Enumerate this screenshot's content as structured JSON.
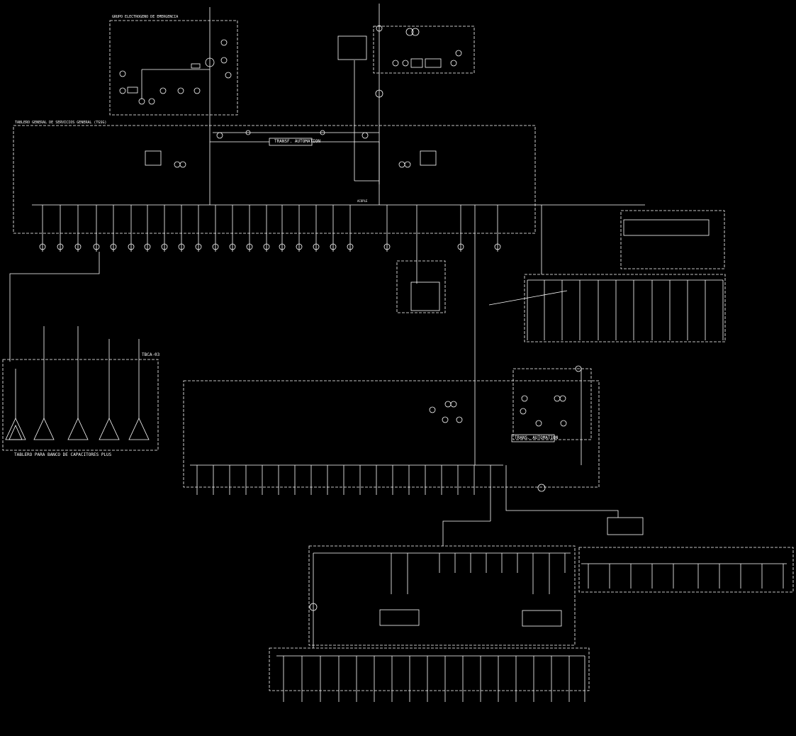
{
  "labels": {
    "transfer_automation_top": "TRANSF. AUTOMATION",
    "transfer_automation_mid": "TRANS. AUTOMATION",
    "main_board_title": "TABLERO GENERAL DE SERVICIOS GENERAL (TGSG)",
    "capacitor_board": "TABLERO PARA BANCO DE CAPACITORES PLUS",
    "emergency_gen_title": "GRUPO ELECTROGENO DE EMERGENCIA",
    "capacitor_tag": "TBCA-03",
    "tie_label": "ACOPLE"
  },
  "colors": {
    "background": "#000000",
    "line": "#ffffff"
  }
}
